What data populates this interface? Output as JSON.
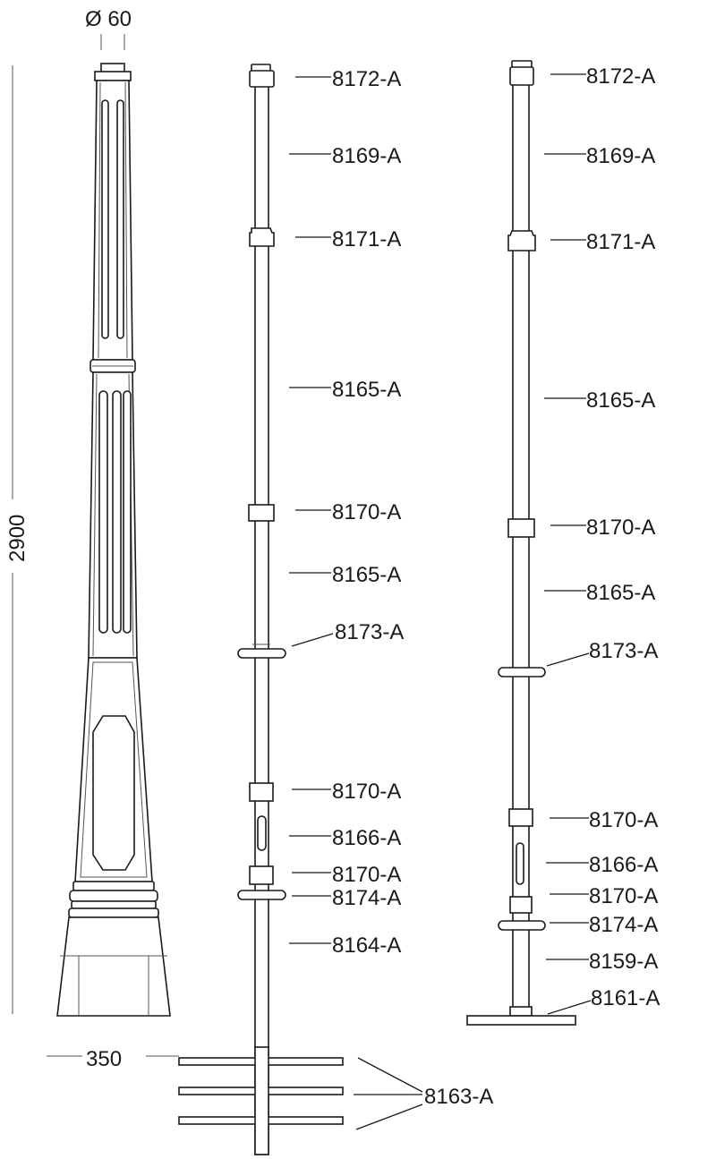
{
  "dimensions": {
    "diameter": "Ø 60",
    "height": "2900",
    "width": "350"
  },
  "assembly_middle": [
    "8172-A",
    "8169-A",
    "8171-A",
    "8165-A",
    "8170-A",
    "8165-A",
    "8173-A",
    "8170-A",
    "8166-A",
    "8170-A",
    "8174-A",
    "8164-A"
  ],
  "assembly_right": [
    "8172-A",
    "8169-A",
    "8171-A",
    "8165-A",
    "8170-A",
    "8165-A",
    "8173-A",
    "8170-A",
    "8166-A",
    "8170-A",
    "8174-A",
    "8159-A",
    "8161-A"
  ],
  "anchor_label": "8163-A"
}
